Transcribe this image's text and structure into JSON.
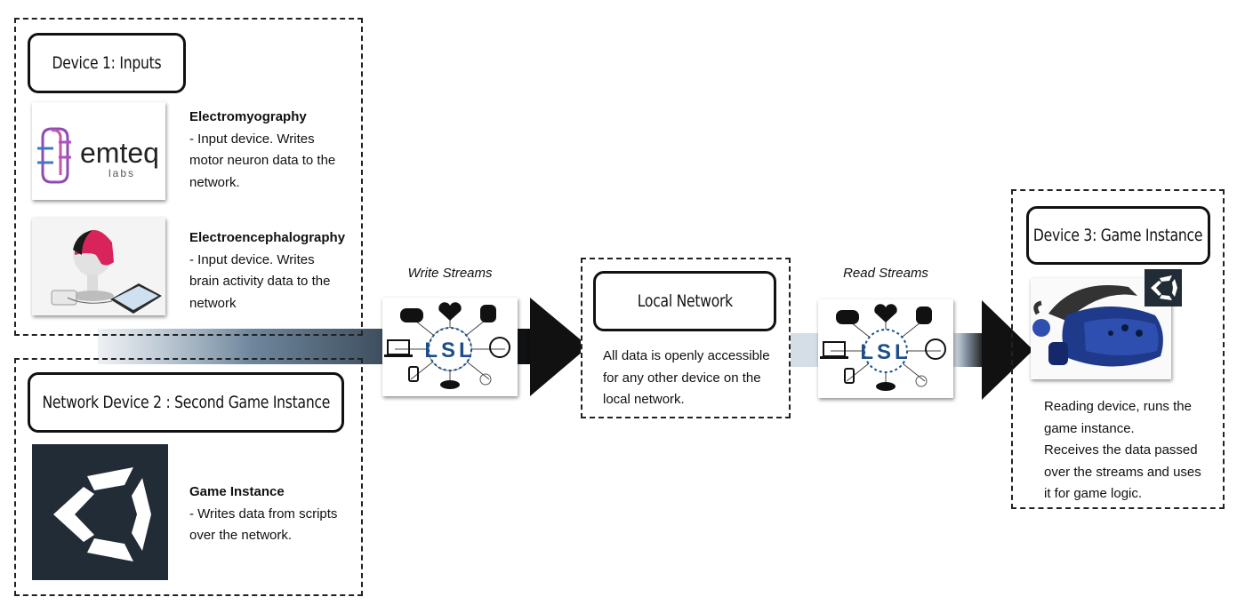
{
  "device1": {
    "title": "Device 1: Inputs",
    "emg_name": "Electromyography",
    "emg_desc": [
      " - Input device. Writes",
      "motor neuron data to the",
      "network."
    ],
    "emg_logo_word": "emteq",
    "emg_logo_sub": "labs",
    "eeg_name": "Electroencephalography",
    "eeg_desc": [
      " - Input device. Writes",
      "brain activity data to the",
      "network"
    ]
  },
  "device2": {
    "title": "Network Device 2 : Second Game Instance",
    "name": "Game Instance",
    "desc": [
      " - Writes data from scripts",
      "over the network."
    ]
  },
  "streams": {
    "write_label": "Write Streams",
    "read_label": "Read Streams",
    "lsl_text": "LSL"
  },
  "network": {
    "title": "Local Network",
    "desc": [
      "All data is openly accessible",
      "for any other device on the",
      "local network."
    ]
  },
  "device3": {
    "title": "Device 3: Game Instance",
    "desc": [
      "Reading device, runs the",
      "game instance.",
      "Receives the data passed",
      "over the streams and uses",
      "it for game logic."
    ]
  },
  "colors": {
    "arrow": "#111111",
    "flow_start": "#7f97ad",
    "unity_bg": "#222c37",
    "emteq_purple": "#7b3fa0",
    "eeg_cap": "#d8245a",
    "headset_blue": "#1f3a8a"
  }
}
